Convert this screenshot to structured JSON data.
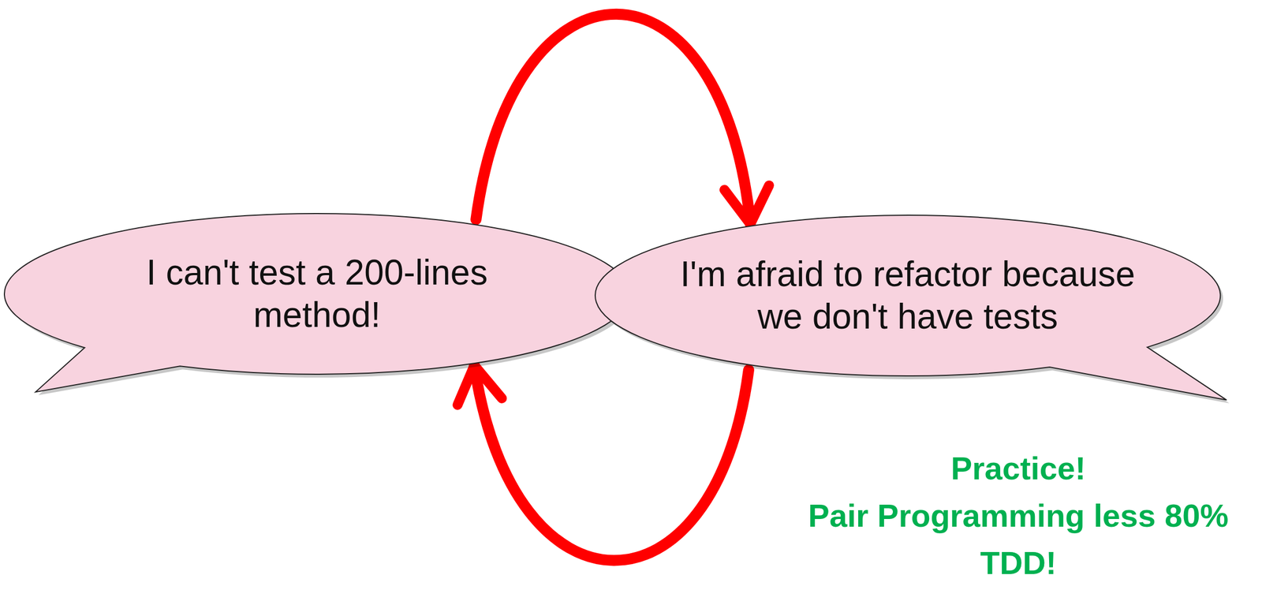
{
  "diagram": {
    "nodes": [
      {
        "text": [
          "I can't test a 200-lines method!"
        ]
      },
      {
        "text": [
          "I'm afraid to refactor because we don't have tests"
        ]
      }
    ],
    "edges": [
      {
        "from": 0,
        "to": 1,
        "arrow": "to"
      },
      {
        "from": 1,
        "to": 0,
        "arrow": "to"
      }
    ],
    "labels": [
      "Practice!",
      "Pair Programming less 80%",
      "TDD!"
    ]
  }
}
